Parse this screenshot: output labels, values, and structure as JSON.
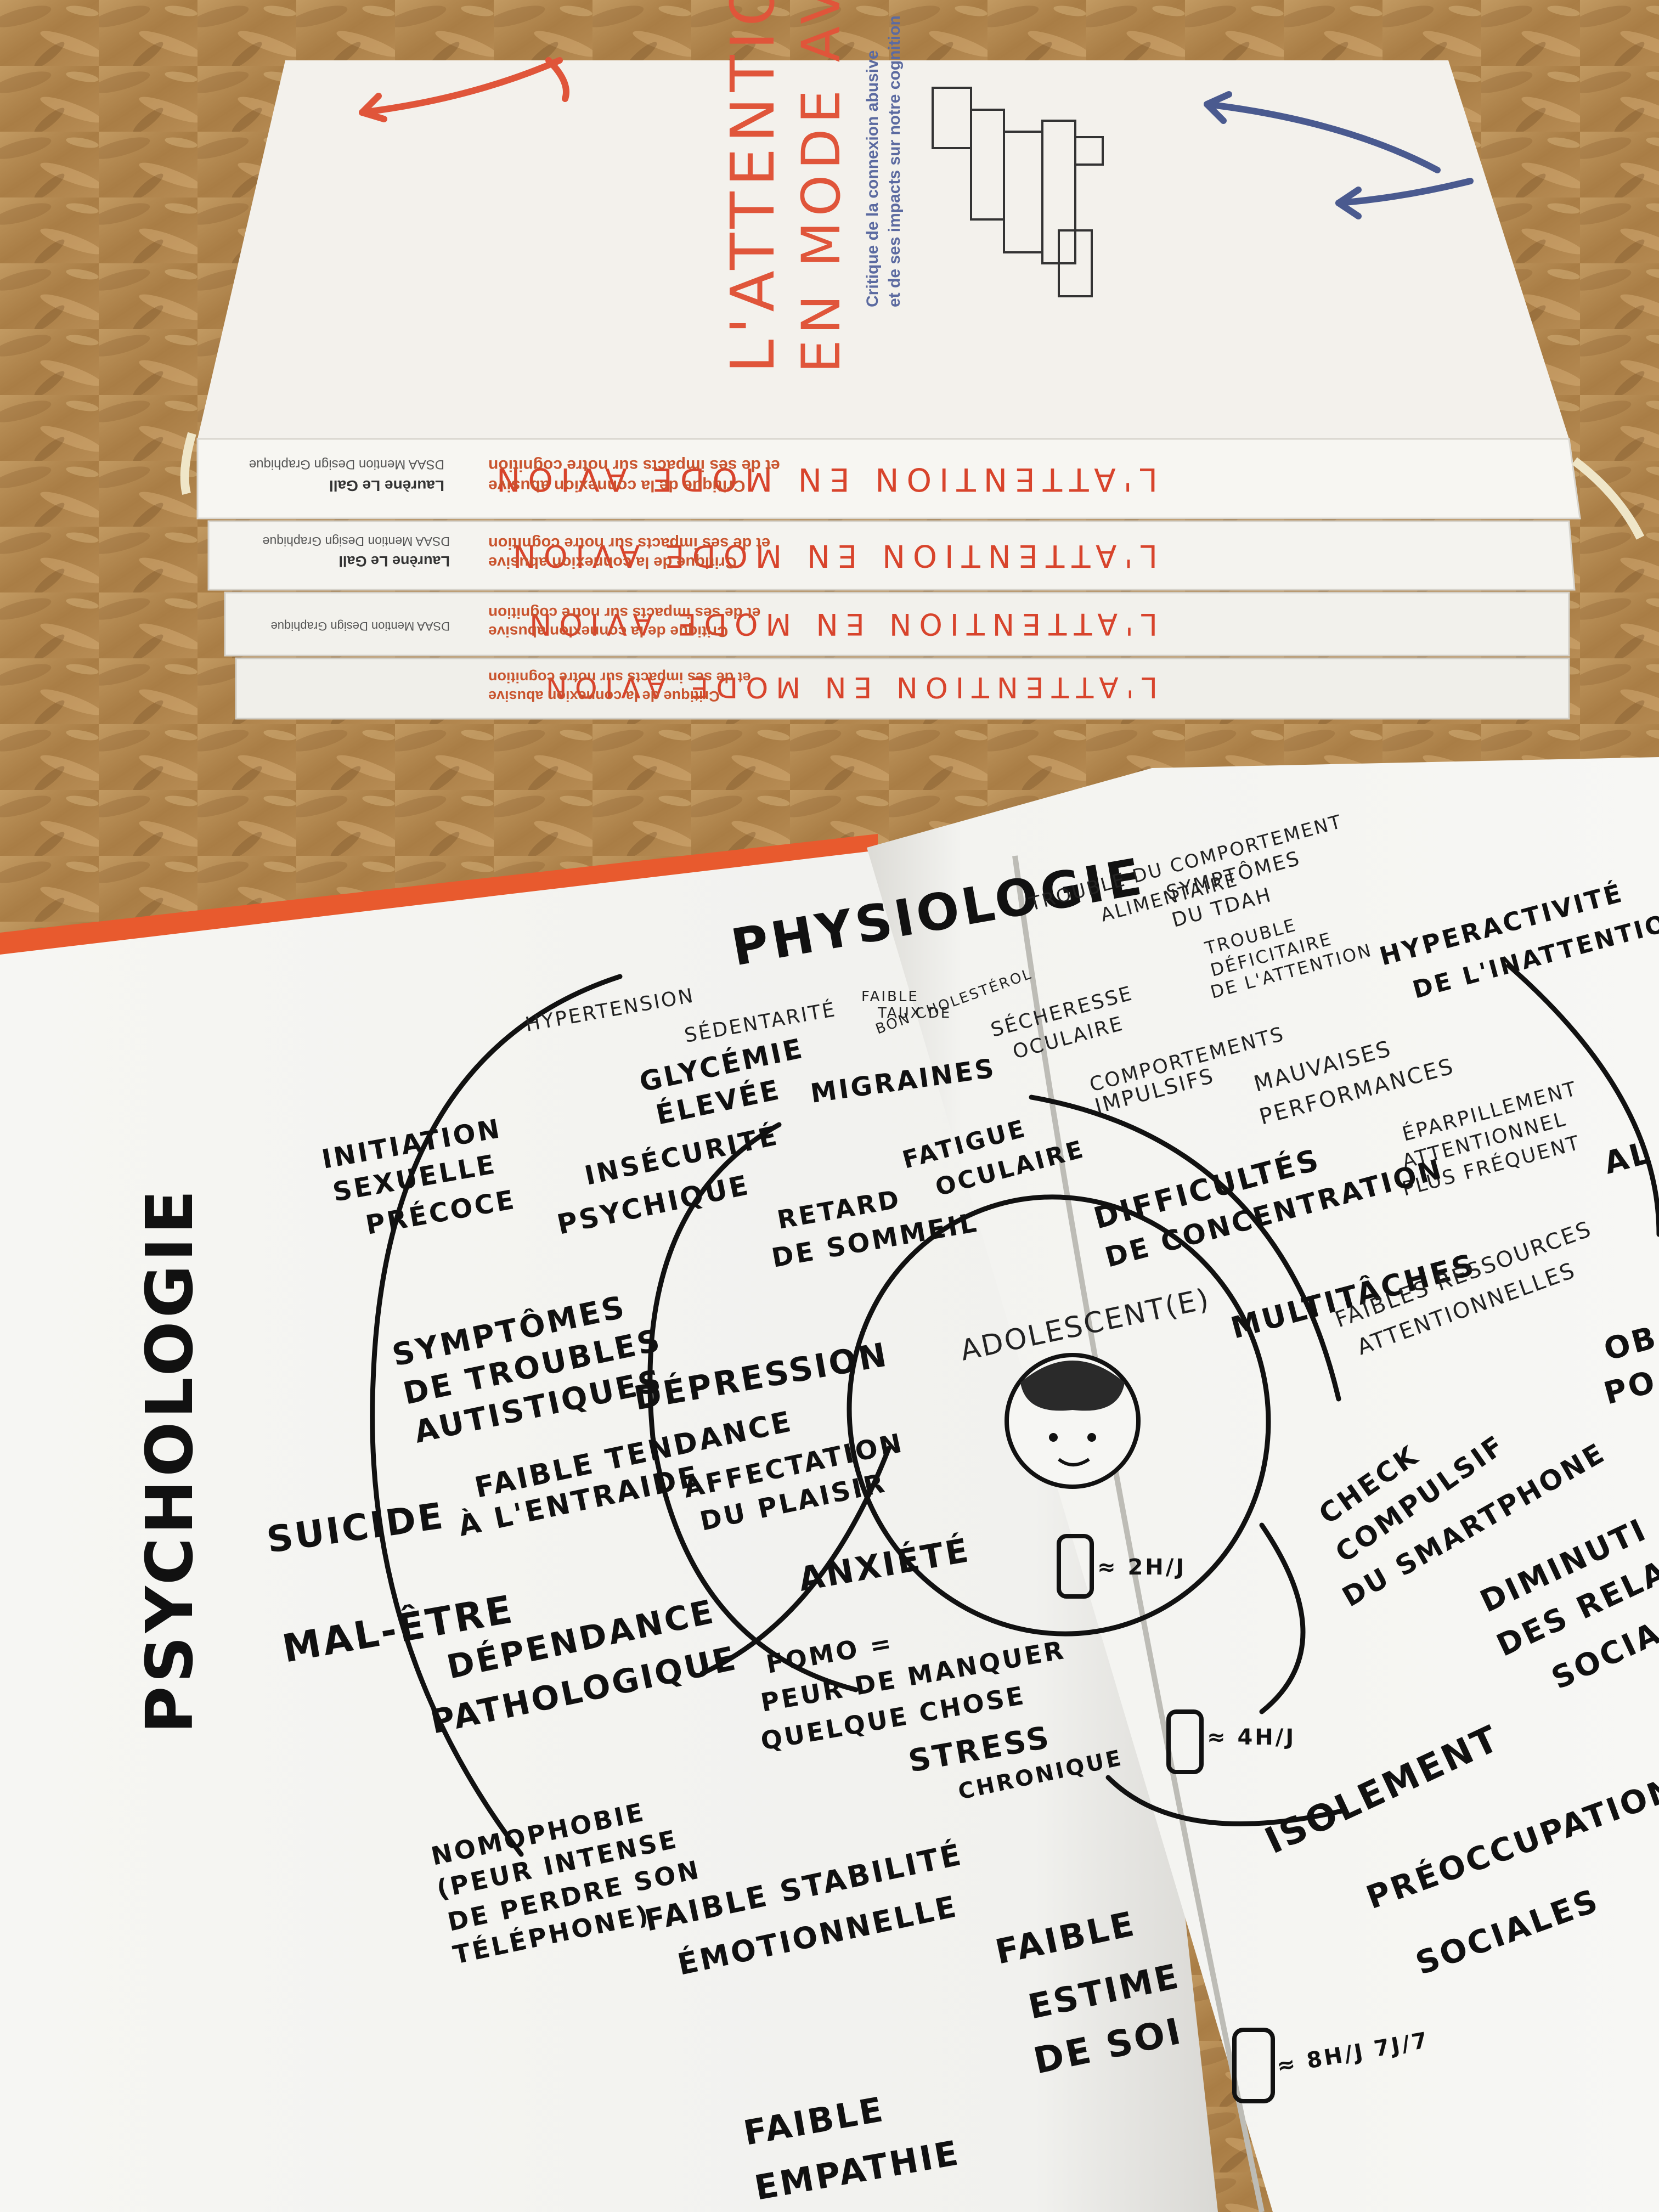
{
  "book": {
    "title_line1": "L'ATTENTION",
    "title_line2": "EN MODE AVION",
    "subtitle_line1": "Critique de la connexion abusive",
    "subtitle_line2": "et de ses impacts sur notre cognition",
    "author": "Laurène Le Gall",
    "school": "DSAA Mention Design Graphique",
    "spine_title": "L'ATTENTION EN MODE AVION",
    "spine_sub_line1": "Critique de la connexion abusive",
    "spine_sub_line2": "et de ses impacts sur notre cognition"
  },
  "mindmap": {
    "physiologie_title": "PHYSIOLOGIE",
    "psychologie_title": "PSYCHOLOGIE",
    "center": "ADOLESCENT(E)",
    "usage_2h": "≈ 2H/J",
    "usage_4h": "≈ 4H/J",
    "usage_8h": "≈ 8H/J 7J/7",
    "left_labels": [
      "HYPERTENSION",
      "SÉDENTARITÉ",
      "FAIBLE",
      "TAUX DE",
      "BON CHOLESTÉROL",
      "INITIATION",
      "SEXUELLE",
      "PRÉCOCE",
      "GLYCÉMIE",
      "ÉLEVÉE",
      "MIGRAINES",
      "INSÉCURITÉ",
      "PSYCHIQUE",
      "FATIGUE",
      "OCULAIRE",
      "RETARD",
      "DE SOMMEIL",
      "SYMPTÔMES",
      "DE TROUBLES",
      "AUTISTIQUES",
      "DÉPRESSION",
      "SUICIDE",
      "FAIBLE TENDANCE",
      "À L'ENTRAIDE",
      "AFFECTATION",
      "DU PLAISIR",
      "ANXIÉTÉ",
      "MAL-ÊTRE",
      "DÉPENDANCE",
      "PATHOLOGIQUE",
      "FOMO =",
      "PEUR DE MANQUER",
      "QUELQUE CHOSE",
      "STRESS",
      "CHRONIQUE",
      "NOMOPHOBIE",
      "(PEUR INTENSE",
      "DE PERDRE SON",
      "TÉLÉPHONE)",
      "FAIBLE STABILITÉ",
      "ÉMOTIONNELLE",
      "FAIBLE",
      "ESTIME",
      "DE SOI",
      "FAIBLE",
      "EMPATHIE"
    ],
    "right_labels": [
      "TROUBLE DU COMPORTEMENT",
      "ALIMENTAIRE",
      "SYMPTÔMES",
      "DU TDAH",
      "TROUBLE",
      "DÉFICITAIRE",
      "DE L'ATTENTION",
      "HYPERACTIVITÉ",
      "DE L'INATTENTION",
      "SÉCHERESSE",
      "OCULAIRE",
      "COMPORTEMENTS",
      "IMPULSIFS",
      "MAUVAISES",
      "PERFORMANCES",
      "ÉPARPILLEMENT",
      "ATTENTIONNEL",
      "PLUS FRÉQUENT",
      "DIFFICULTÉS",
      "DE CONCENTRATION",
      "MULTITÂCHES",
      "FAIBLES RESSOURCES",
      "ATTENTIONNELLES",
      "CHECK",
      "COMPULSIF",
      "DU SMARTPHONE",
      "DIMINUTI",
      "DES RELA",
      "SOCIA",
      "ISOLEMENT",
      "PRÉOCCUPATIONS",
      "SOCIALES",
      "AL",
      "OB",
      "PO"
    ]
  }
}
